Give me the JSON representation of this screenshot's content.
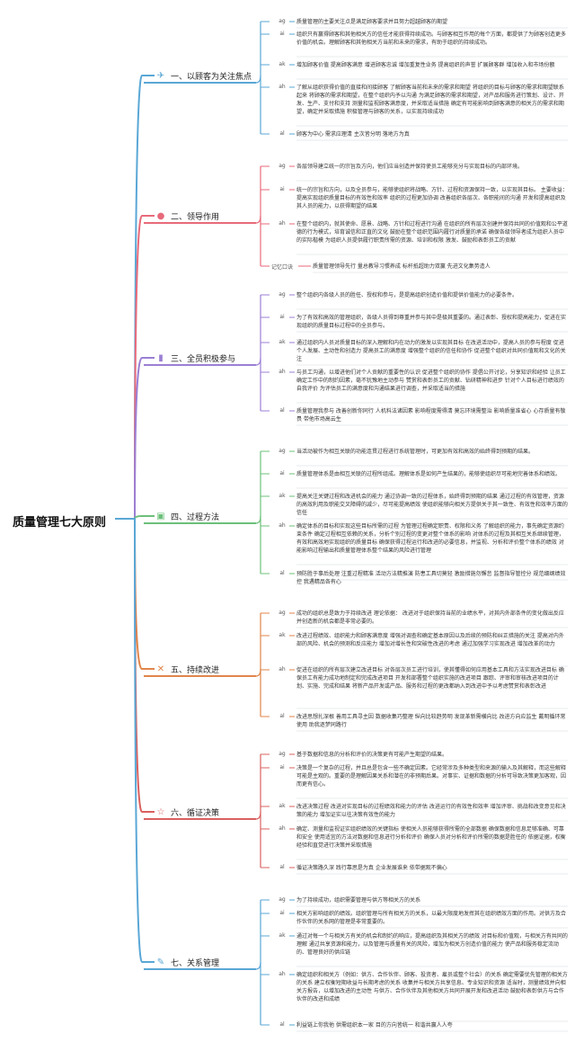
{
  "root": {
    "title": "质量管理七大原则"
  },
  "sections": [
    {
      "title": "一、以顾客为关注焦点",
      "icon": "paper-plane-icon",
      "color": "#5aa7d6",
      "items": [
        {
          "tag": "ag",
          "text": "质量管理的主要关注点是满足顾客要求并且努力超越顾客的期望"
        },
        {
          "tag": "ai",
          "text": "组织只有赢得顾客和其他相关方的信任才能获得持续成功。与顾客相互作用的每个方面，都提供了为顾客创造更多价值的机会。理解顾客和其他相关方当前和未来的需求，有助于组织的持续成功。"
        },
        {
          "tag": "ak",
          "text": "增加顾客价值 提高顾客满意 增进顾客忠诚 增加重复性业务 提高组织的声誉 扩展顾客群 增加收入和市场份额"
        },
        {
          "tag": "ah",
          "text": "了解从组织获得价值的直接和间接顾客 了解顾客当前和未来的需求和期望 将组织的目标与顾客的需求和期望联系起来 将顾客的需求和期望，在整个组织内予以沟通 为满足顾客的需求和期望，对产品和服务进行策划、设计、开发、生产、支付和支持 测量和监视顾客满意度，并采取适当措施 确定有可能影响到顾客满意的相关方的需求和期望，确定并采取措施 积极管理与顾客的关系，以实现持续成功"
        },
        {
          "tag": "al",
          "text": "顾客为中心 需求应理清 主次皆分明 落地方为真"
        }
      ]
    },
    {
      "title": "二、领导作用",
      "icon": "lightbulb-icon",
      "color": "#e86a7a",
      "items": [
        {
          "tag": "ag",
          "text": "各层领导建立统一的宗旨及方向，他们应当创造并保持使员工能够充分与实现目标的内部环境。"
        },
        {
          "tag": "ai",
          "text": "统一的宗旨和方向，以及全员参与，能够使组织将战略、方针、过程和资源保持一致，以实现其目标。 主要收益：提高实现组织质量目标的有效性和效率 组织的过程更加协调 改善组织各层次、各职能间的沟通 开发和提高组织及其人员的能力，以获得期望的结果"
        },
        {
          "tag": "ah",
          "text": "在整个组织内，就其使命、愿景、战略、方针和过程进行沟通 在组织的所有层次创建并保持共同的价值观和公平道德的行为模式，培育诚信和正直的文化 鼓励在整个组织范围内履行对质量的承诺 确保各级领导者成为组织人员中的实际楷模 为组织人员提供履行职责所需的资源、培训和权限 激发、鼓励和表彰员工的贡献"
        },
        {
          "tag": "记忆口诀",
          "text": "质量管理领导先行 量总教导习惯养成 标杆抵超助力双赢 先进文化集势造人"
        }
      ]
    },
    {
      "title": "三、全员积极参与",
      "icon": "flag-icon",
      "color": "#9b7fd4",
      "items": [
        {
          "tag": "ag",
          "text": "整个组织内各级人员的胜任、授权和参与，是提高组织创造价值和提供价值能力的必要条件。"
        },
        {
          "tag": "ai",
          "text": "为了有效和高效的管理组织，各级人员得到尊重并参与其中是极其重要的。通过表彰、授权和提高能力，促进在实现组织的质量目标过程中的全员参与。"
        },
        {
          "tag": "ak",
          "text": "通过组织内人员对质量目标的深入理解和内在动力的激发以实现其目标 在改进活动中，提高人员的参与程度 促进个人发展、主动性和创造力 提高员工的满意度 增强整个组织的信任和协作 促进整个组织对共同价值观和文化的关注"
        },
        {
          "tag": "ah",
          "text": "与员工沟通，以增进他们对个人贡献的重要性的认识 促进整个组织的协作 提倡公开讨论，分享知识和经验 让员工确定工作中的制约因素，毫不犹豫地主动参与 赞赏和表彰员工的贡献、钻研精神和进步 针对个人目标进行绩效的自我评价 为评估员工的满意度和沟通结果进行调查，并采取适当的措施"
        },
        {
          "tag": "al",
          "text": "质量管理我参与 改善创新你同行 人机料法诸因素 影响程度需得清 莫忘环境需整治 影响质量准省心 心存质量有敬畏 带他市场高云生"
        }
      ]
    },
    {
      "title": "四、过程方法",
      "icon": "film-icon",
      "color": "#6cc07a",
      "items": [
        {
          "tag": "ag",
          "text": "当活动被作为相互关联的功能连贯过程进行系统管理时，可更加有效和高效的始终得到预期的结果。"
        },
        {
          "tag": "ai",
          "text": "质量管理体系是由相互关联的过程所组成。理解体系是如何产生结果的，能够使组织尽可能地完善体系和绩效。"
        },
        {
          "tag": "ak",
          "text": "提高关注关键过程和改进机会的能力 通过协调一致的过程体系，始终得到预期的结果 通过过程的有效管理，资源的高效利用及职能交叉障碍的减少，尽可能提高绩效 使组织能够向相关方提供关于其一致性、有效性和效率方面的信任"
        },
        {
          "tag": "ah",
          "text": "确定体系的目标和实现这些目标所需的过程 为管理过程确定职责、权限和义务 了解组织的能力，事先确定资源约束条件 确定过程相互依赖的关系，分析个别过程的变更对整个体系的影响 对体系的过程及其相互关系继续管理，有效和高效地实现组织的质量目标 确保获得过程运行和改进的必要信息，并监视、分析和评价整个体系的绩效 对能影响过程输出和质量管理体系整个结果的风险进行管理"
        },
        {
          "tag": "al",
          "text": "预防胜于事后处理 注重过程精准 活动方法精推演 防患工具切莫轻 激励措施勿懈怠 监督指导管控分 规范细纲绩效控 我遇精品各有心"
        }
      ]
    },
    {
      "title": "五、持续改进",
      "icon": "tools-icon",
      "color": "#e0864a",
      "items": [
        {
          "tag": "ag",
          "text": "成功的组织总是致力于持续改进 理论依据： 改进对于组织保持当前的业绩水平，对其内外部条件的变化做出反应并创造新的机会都是非常必要的。"
        },
        {
          "tag": "ak",
          "text": "改进过程绩效、组织能力和顾客满意度 增强对调查和确定基本原因以及后续的预防和纠正措施的关注 提高对内外部的风险、机会的预测和反应能力 增加对增长性和突破性改进的考虑 通过加强学习实现改进 增加改革的动力"
        },
        {
          "tag": "ah",
          "text": "促进在组织的所有层次建立改进目标 对各层次员工进行培训，使其懂得如何应用基本工具和方法实现改进目标 确保员工有能力成功地制定和完成改进项目 开发和部署整个组织实施的改进项目 跟踪、评审和审核改进项目的计划、实施、完成和结果 将新产品开发或产品、服务和过程的更改都纳入到改进中予以考虑赞赏和表彰改进"
        },
        {
          "tag": "al",
          "text": "改进思想扎深根 善用工具寻主因 数据收集巧整理 纵向比较趋势明 发现革新需横向比 改进方向应监生 戴明循环常使用 助我逐梦同路行"
        }
      ]
    },
    {
      "title": "六、循证决策",
      "icon": "star-icon",
      "color": "#d9605f",
      "items": [
        {
          "tag": "ag",
          "text": "基于数据和信息的分析和评价的决策更有可能产生期望的结果。"
        },
        {
          "tag": "ai",
          "text": "决策是一个复杂的过程，并且总是包含一些不确定因素。它经常涉及多种类型和来源的输入及其解释，而这些解释可能是主观的。重要的是理解因果关系和潜在的非预期后果。对事实、证据和数据的分析可导致决策更加客观，因而更有信心。"
        },
        {
          "tag": "ak",
          "text": "改进决策过程 改进对实现目标的过程绩效和能力的评估 改进运行的有效性和效率 增加评审、挑战和改变意见和决策的能力 增加证实以往决策有效性的能力"
        },
        {
          "tag": "ah",
          "text": "确定、测量和监视证实组织绩效的关键指标 使相关人员能够获得所需的全部数据 确保数据和信息足够准确、可靠和安全 使用适宜的方法对数据和信息进行分析和评价 确保人员对分析和评价所需的数据是胜任的 依据证据，权衡经验和直觉进行决策并采取措施"
        },
        {
          "tag": "al",
          "text": "循证决策路久深 践行靠思是为真 企业发展谁来 依带据观不偏心"
        }
      ]
    },
    {
      "title": "七、关系管理",
      "icon": "edit-icon",
      "color": "#5aa7d6",
      "items": [
        {
          "tag": "ag",
          "text": "为了持续成功，组织需要管理与供方等相关方的关系"
        },
        {
          "tag": "ai",
          "text": "相关方影响组织的绩效。组织管理与所有相关方的关系，以最大限度地发挥其在组织绩效方面的作用。对供方及合作伙伴的关系网的管理是非常重要的。"
        },
        {
          "tag": "ak",
          "text": "通过对每一个与相关方有关的机会和制约的响应，提高组织及其相关方的绩效 对目标和价值观，与相关方有共同的理解 通过共享资源和能力，以及管理与质量有关的风险，增加为相关方创造价值的能力 使产品和服务稳定流动的、管理良好的供应链"
        },
        {
          "tag": "ah",
          "text": "确定组织和相关方（例如：供方、合作伙伴、顾客、投资者、雇员或整个社会）的关系 确定需要优先管理的相关方的关系 建立权衡短期收益与长期考虑的关系 收集并与相关方共享信息、专业知识和资源 适当时，测量绩效并向相关方报告，以增加改进的主动性 与供方、合作伙伴及其他相关方共同开展开发和改进活动 鼓励和表彰供方与合作伙伴的改进和成绩"
        },
        {
          "tag": "al",
          "text": "利益链上你我他 供需组织本一家 目的方向皆统一 和谐共赢人人夸"
        }
      ]
    }
  ]
}
